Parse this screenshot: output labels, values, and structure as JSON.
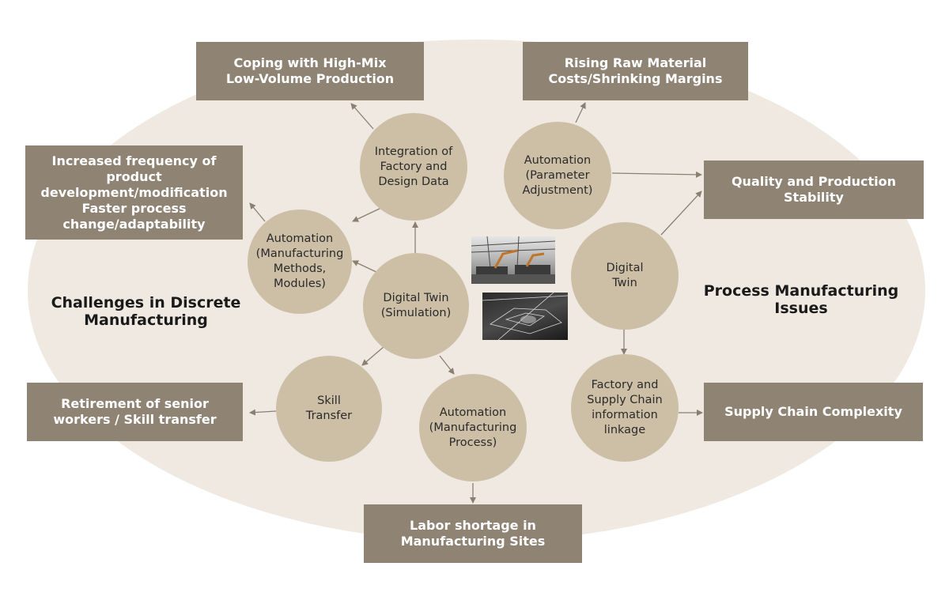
{
  "regions": {
    "discrete": "Challenges in Discrete\nManufacturing",
    "process": "Process Manufacturing\nIssues"
  },
  "boxes": {
    "high_mix": "Coping with High-Mix\nLow-Volume Production",
    "raw_material": "Rising Raw Material\nCosts/Shrinking Margins",
    "product_dev": "Increased frequency of\nproduct\ndevelopment/modification\nFaster process\nchange/adaptability",
    "quality": "Quality and Production\nStability",
    "retirement": "Retirement of senior\nworkers / Skill transfer",
    "supply_chain": "Supply Chain Complexity",
    "labor": "Labor shortage in\nManufacturing Sites"
  },
  "circles": {
    "integration": "Integration of\nFactory and\nDesign Data",
    "automation_param": "Automation\n(Parameter\nAdjustment)",
    "automation_methods": "Automation\n(Manufacturing\nMethods,\nModules)",
    "digital_twin_sim": "Digital Twin\n(Simulation)",
    "digital_twin": "Digital\nTwin",
    "skill_transfer": "Skill\nTransfer",
    "automation_process": "Automation\n(Manufacturing\nProcess)",
    "factory_supply": "Factory and\nSupply Chain\ninformation\nlinkage"
  },
  "colors": {
    "box": "#8f8373",
    "circle": "#cdbfa6",
    "ellipse": "#efe9e1",
    "arrow": "#8a8072"
  }
}
